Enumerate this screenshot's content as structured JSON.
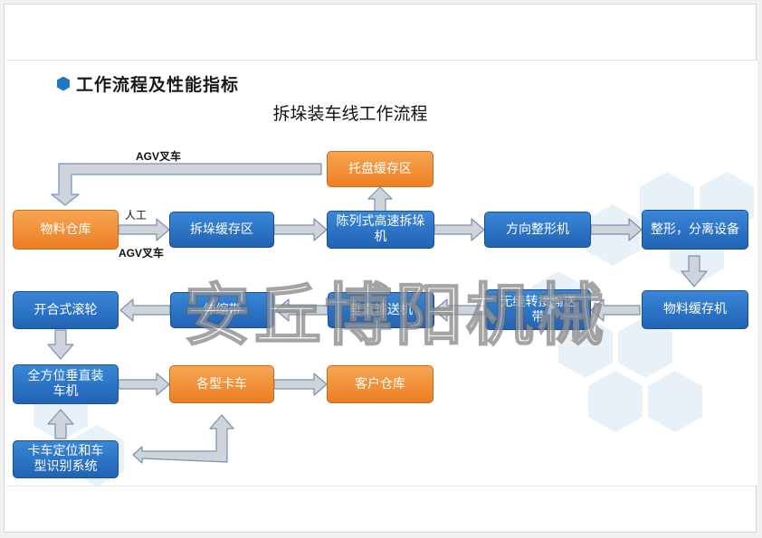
{
  "header": {
    "section_title": "工作流程及性能指标"
  },
  "diagram": {
    "title": "拆垛装车线工作流程",
    "nodes": {
      "warehouse": "物料仓库",
      "pallet_cache": "托盘缓存区",
      "unstack_cache": "拆垛缓存区",
      "column_unstacker": "陈列式高速拆垛机",
      "orient_shaper": "方向整形机",
      "shape_separate": "整形，分离设备",
      "material_buffer": "物料缓存机",
      "seamless_conveyor": "无缝转接输送带",
      "vertical_conveyor": "垂直输送机",
      "telescopic_belt": "伸缩带",
      "split_roller": "开合式滚轮",
      "omni_loader": "全方位垂直装车机",
      "trucks": "各型卡车",
      "customer_warehouse": "客户仓库",
      "truck_id": "卡车定位和车型识别系统"
    },
    "labels": {
      "agv_top": "AGV叉车",
      "manual": "人工",
      "agv_bottom": "AGV叉车"
    }
  },
  "watermark": "安丘博阳机械",
  "colors": {
    "blue": "#2a72c6",
    "orange": "#f08a2b",
    "arrow_fill": "#cfd4da",
    "arrow_stroke": "#6f8fb6"
  }
}
